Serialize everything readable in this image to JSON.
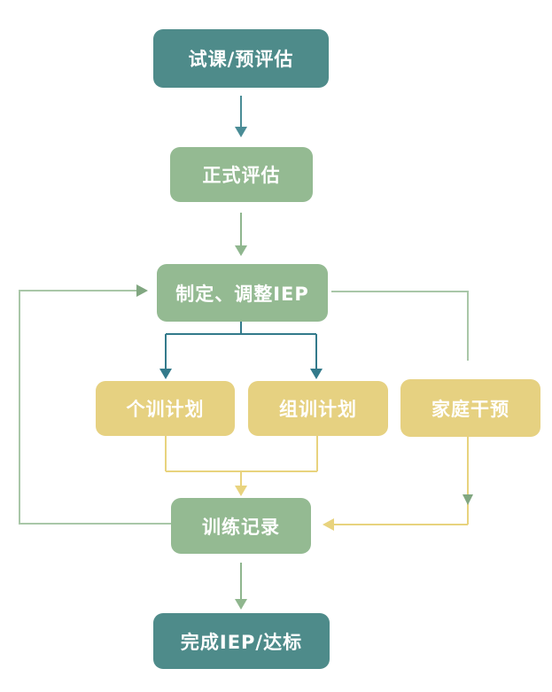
{
  "diagram": {
    "title": "IEP training process flowchart",
    "nodes": [
      {
        "id": "trial",
        "label": "试课/预评估",
        "type": "dark-teal"
      },
      {
        "id": "formal",
        "label": "正式评估",
        "type": "light-green"
      },
      {
        "id": "iep",
        "label": "制定、调整IEP",
        "type": "light-green"
      },
      {
        "id": "individual",
        "label": "个训计划",
        "type": "yellow"
      },
      {
        "id": "group",
        "label": "组训计划",
        "type": "yellow"
      },
      {
        "id": "family",
        "label": "家庭干预",
        "type": "yellow"
      },
      {
        "id": "record",
        "label": "训练记录",
        "type": "light-green"
      },
      {
        "id": "complete",
        "label": "完成IEP/达标",
        "type": "dark-teal"
      }
    ],
    "edges": [
      {
        "from": "试课/预评估",
        "to": "正式评估",
        "color": "teal"
      },
      {
        "from": "正式评估",
        "to": "制定、调整IEP",
        "color": "green"
      },
      {
        "from": "制定、调整IEP",
        "to": "个训计划",
        "color": "teal"
      },
      {
        "from": "制定、调整IEP",
        "to": "组训计划",
        "color": "teal"
      },
      {
        "from": "制定、调整IEP",
        "to": "家庭干预",
        "color": "green"
      },
      {
        "from": "个训计划",
        "to": "训练记录",
        "color": "yellow"
      },
      {
        "from": "组训计划",
        "to": "训练记录",
        "color": "yellow"
      },
      {
        "from": "家庭干预",
        "to": "训练记录",
        "color": "yellow"
      },
      {
        "from": "训练记录",
        "to": "制定、调整IEP",
        "color": "green",
        "note": "feedback loop"
      },
      {
        "from": "训练记录",
        "to": "完成IEP/达标",
        "color": "green"
      }
    ],
    "colors": {
      "dark_teal_box": "#4e8b8a",
      "light_green_box": "#94ba92",
      "yellow_box": "#e6d181",
      "teal_arrow": "#4a8c96",
      "teal_split_arrow": "#337a8b",
      "green_arrow": "#8fb68e",
      "green_loop_line": "#a9c7a8",
      "green_small_arrowhead": "#81a781",
      "yellow_arrow": "#e8d37e",
      "text": "#ffffff",
      "background": "#ffffff"
    }
  }
}
